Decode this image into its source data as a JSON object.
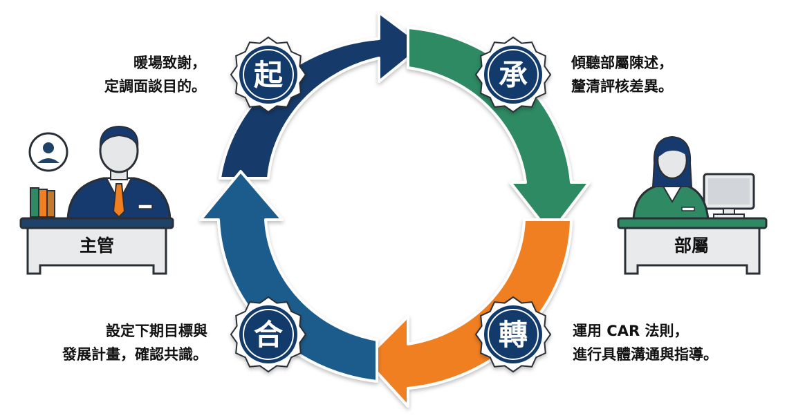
{
  "stages": [
    {
      "char": "起",
      "color": "#123a6b",
      "lines": [
        "暖場致謝，",
        "定調面談目的。"
      ]
    },
    {
      "char": "承",
      "color": "#2f8a64",
      "lines": [
        "傾聽部屬陳述，",
        "釐清評核差異。"
      ]
    },
    {
      "char": "轉",
      "color": "#f07f22",
      "lines": [
        "運用 CAR 法則，",
        "進行具體溝通與指導。"
      ]
    },
    {
      "char": "合",
      "color": "#1f5b8c",
      "lines": [
        "設定下期目標與",
        "發展計畫，確認共識。"
      ]
    }
  ],
  "people": {
    "manager": {
      "label": "主管",
      "color": "#173a6e",
      "tie": "#f07f22"
    },
    "subordinate": {
      "label": "部屬",
      "color": "#2f8a64"
    }
  },
  "colors": {
    "badge_fill": "#123a6b",
    "desk": "#e9eaec",
    "desk_top": "#1e4268",
    "outline": "#2a2f36",
    "skin": "#e6e7e9"
  },
  "icons": [
    "badge-icon",
    "profile-frame-icon",
    "books-icon",
    "computer-monitor-icon"
  ]
}
